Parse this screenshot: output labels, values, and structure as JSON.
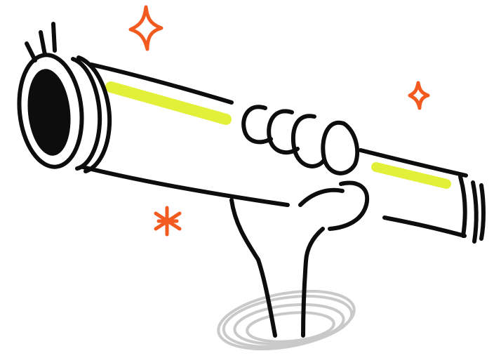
{
  "illustration": {
    "subject": "hand-holding-telescope",
    "colors": {
      "ink": "#0d0d0d",
      "highlight": "#e3f03a",
      "sparkle": "#f25a1f",
      "portal": "#c9c9c9",
      "background": "#ffffff"
    },
    "sparkles": [
      "sparkle-large",
      "sparkle-small",
      "asterisk"
    ]
  }
}
